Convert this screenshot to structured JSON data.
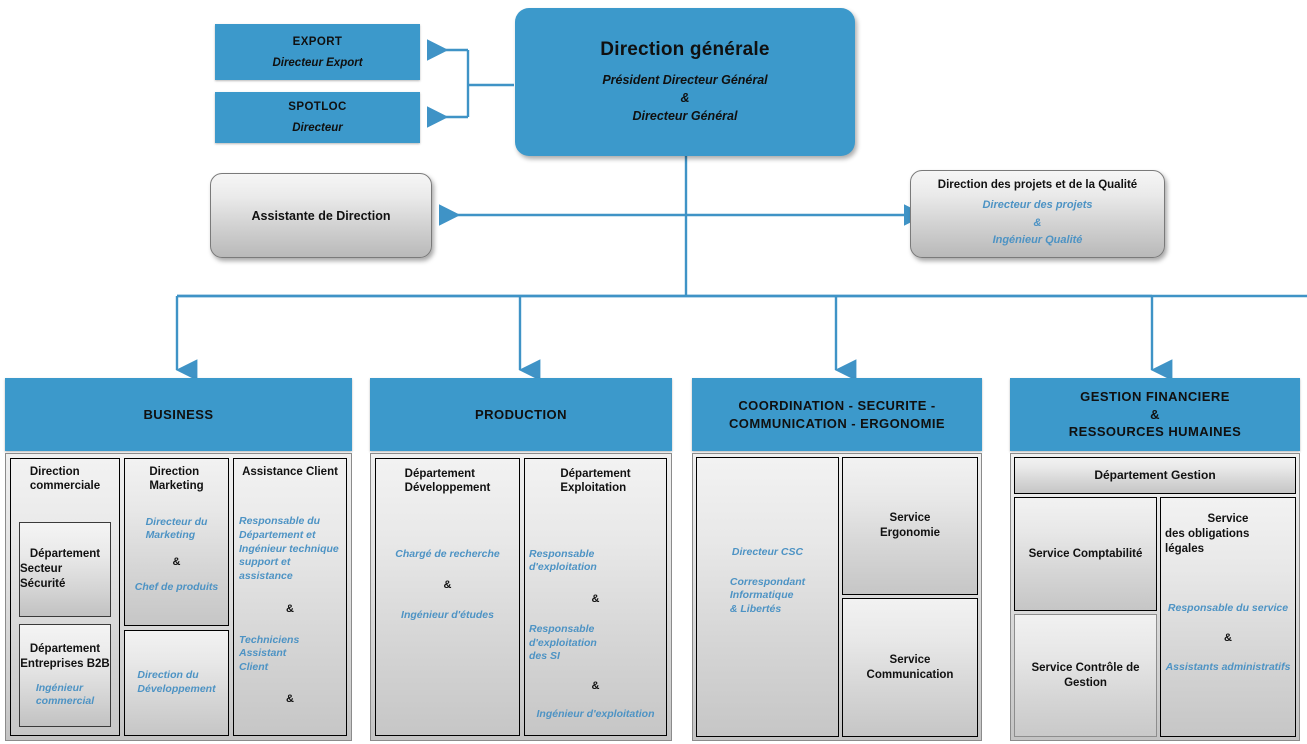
{
  "top": {
    "direction_generale": {
      "title": "Direction générale",
      "sub_line1": "Président  Directeur  Général",
      "sub_amp": "&",
      "sub_line2": "Directeur  Général"
    },
    "export": {
      "title": "EXPORT",
      "role": "Directeur Export"
    },
    "spotloc": {
      "title": "SPOTLOC",
      "role": "Directeur"
    },
    "assistante": {
      "title": "Assistante de Direction"
    },
    "projets_qualite": {
      "title": "Direction  des projets et de la Qualité",
      "role1": "Directeur  des projets",
      "amp": "&",
      "role2": "Ingénieur  Qualité"
    }
  },
  "columns": [
    {
      "header": "BUSINESS",
      "cells": [
        {
          "name": "direction-commerciale",
          "title1": "Direction",
          "title2": "commerciale",
          "cards": [
            {
              "line1": "Département",
              "line2": "Secteur Sécurité",
              "role": ""
            },
            {
              "line1": "Département",
              "line2": "Entreprises B2B",
              "role1": "Ingénieur",
              "role2": "commercial"
            }
          ]
        },
        {
          "name": "direction-marketing",
          "title1": "Direction",
          "title2": "Marketing",
          "role1": "Directeur du",
          "role1b": "Marketing",
          "amp": "&",
          "role2": "Chef de produits",
          "sub_box": {
            "role1": "Direction du",
            "role2": "Développement"
          }
        },
        {
          "name": "assistance-client",
          "title1": "Assistance Client",
          "role_a1": "Responsable du",
          "role_a2": "Département et",
          "role_a3": "Ingénieur technique",
          "role_a4": "support et assistance",
          "amp1": "&",
          "role_b1": "Techniciens Assistant",
          "role_b2": "Client",
          "amp2": "&"
        }
      ]
    },
    {
      "header": "PRODUCTION",
      "cells": [
        {
          "name": "departement-developpement",
          "title1": "Département",
          "title2": "Développement",
          "role1": "Chargé de recherche",
          "amp": "&",
          "role2": "Ingénieur d'études"
        },
        {
          "name": "departement-exploitation",
          "title1": "Département",
          "title2": "Exploitation",
          "role1": "Responsable d'exploitation",
          "amp1": "&",
          "role2a": "Responsable d'exploitation",
          "role2b": "des SI",
          "amp2": "&",
          "role3": "Ingénieur d'exploitation"
        }
      ]
    },
    {
      "header_l1": "COORDINATION - SECURITE -",
      "header_l2": "COMMUNICATION - ERGONOMIE",
      "left_cell": {
        "name": "coordination-roles",
        "role1": "Directeur CSC",
        "role2a": "Correspondant",
        "role2b": "Informatique",
        "role2c": "& Libertés"
      },
      "right_cells": [
        {
          "name": "service-ergonomie",
          "line1": "Service",
          "line2": "Ergonomie"
        },
        {
          "name": "service-communication",
          "line1": "Service",
          "line2": "Communication"
        }
      ]
    },
    {
      "header_l1": "GESTION FINANCIERE",
      "header_amp": "&",
      "header_l2": "RESSOURCES HUMAINES",
      "dept": "Département  Gestion",
      "left_cells": [
        {
          "name": "service-comptabilite",
          "line1": "Service Comptabilité",
          "line2": ""
        },
        {
          "name": "service-controle-gestion",
          "line1": "Service Contrôle de",
          "line2": "Gestion"
        }
      ],
      "right_cell": {
        "name": "service-obligations-legales",
        "line1": "Service",
        "line2": "des obligations légales",
        "role1": "Responsable du service",
        "amp": "&",
        "role2": "Assistants administratifs"
      }
    }
  ],
  "colors": {
    "accent_blue": "#3c99cb",
    "line_blue": "#3f93c6",
    "italic_blue": "#4d93c4",
    "panel_gray": "#d6d6d6"
  }
}
